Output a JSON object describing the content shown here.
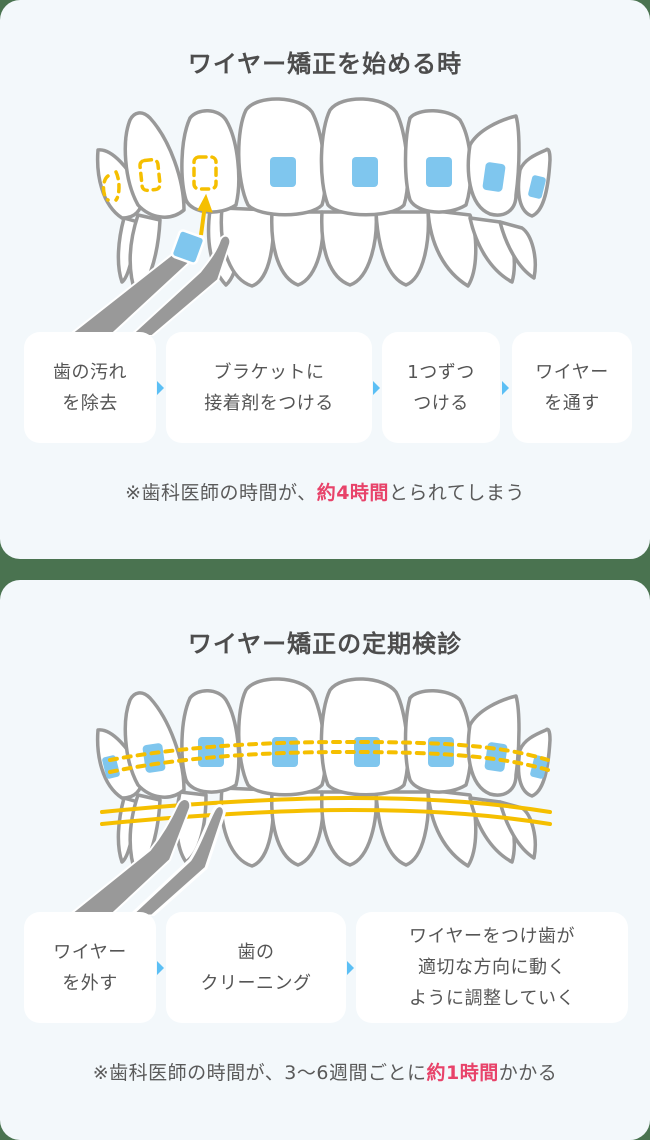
{
  "colors": {
    "background": "#4a7350",
    "card": "#f3f8fb",
    "title": "#4d4d4d",
    "text": "#555555",
    "highlight": "#e8436a",
    "chevron": "#5bbff5",
    "bracket": "#7fc6ee",
    "wire": "#f5bf00",
    "tooth_outline": "#999999",
    "tweezers": "#999999"
  },
  "sections": [
    {
      "title": "ワイヤー矯正を始める時",
      "illustration": "teeth-bracket-placement",
      "steps": [
        {
          "label": "歯の汚れ\nを除去"
        },
        {
          "label": "ブラケットに\n接着剤をつける"
        },
        {
          "label": "1つずつ\nつける"
        },
        {
          "label": "ワイヤー\nを通す"
        }
      ],
      "note": {
        "prefix": "※歯科医師の時間が、",
        "highlight": "約4時間",
        "suffix": "とられてしまう"
      }
    },
    {
      "title": "ワイヤー矯正の定期検診",
      "illustration": "teeth-wire-removal",
      "steps": [
        {
          "label": "ワイヤー\nを外す"
        },
        {
          "label": "歯の\nクリーニング"
        },
        {
          "label": "ワイヤーをつけ歯が\n適切な方向に動く\nように調整していく"
        }
      ],
      "note": {
        "prefix": "※歯科医師の時間が、3〜6週間ごとに",
        "highlight": "約1時間",
        "suffix": "かかる"
      }
    }
  ]
}
